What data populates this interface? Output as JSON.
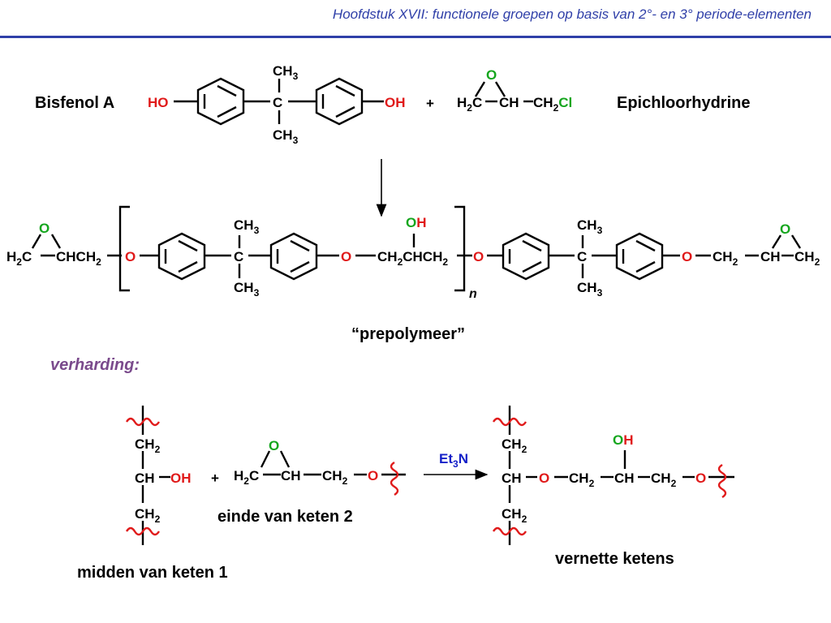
{
  "header": {
    "title": "Hoofdstuk XVII: functionele groepen op basis van 2°- en 3° periode-elementen"
  },
  "colors": {
    "accent": "#2f3fa8",
    "oxygen": "#e01a1a",
    "chlorine": "#15a61e",
    "epoxide_o": "#15a61e",
    "catalyst": "#1420c8",
    "section": "#7a4a8c"
  },
  "reaction": {
    "reactant1_name": "Bisfenol A",
    "reactant2_name": "Epichloorhydrine",
    "plus": "+",
    "ho": "HO",
    "oh": "OH",
    "c": "C",
    "ch3": "CH",
    "h2c": "H",
    "ch": "CH",
    "cl": "Cl",
    "o": "O",
    "sub2": "2",
    "sub3": "3"
  },
  "prepolymer": {
    "label": "“prepolymeer”",
    "repeat_index": "n",
    "chchch2": "CHCH",
    "ch2chch2": "CH"
  },
  "curing": {
    "section_label": "verharding:",
    "catalyst_et": "Et",
    "catalyst_n": "N",
    "chain1_label": "midden van keten 1",
    "chain2_label": "einde van keten 2",
    "product_label": "vernette ketens"
  }
}
